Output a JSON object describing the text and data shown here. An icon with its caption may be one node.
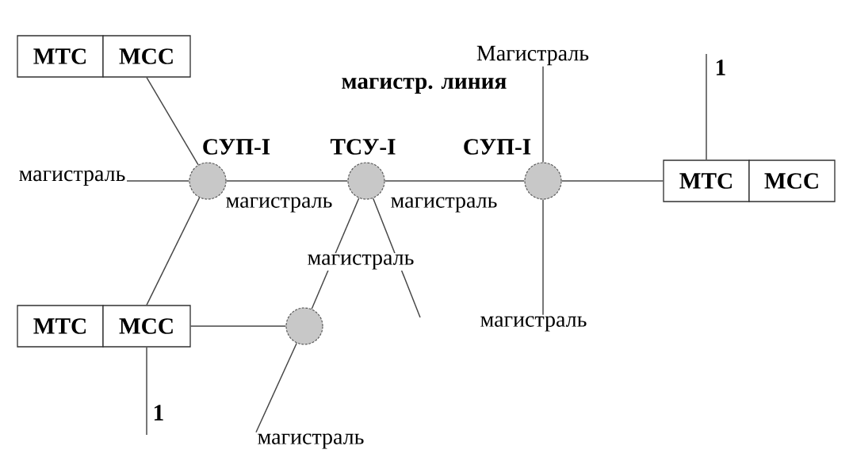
{
  "diagram": {
    "nodes": [
      {
        "text": [
          "МТС"
        ]
      },
      {
        "text": [
          "МСС"
        ]
      },
      {
        "text": [
          "Магистраль"
        ]
      },
      {
        "text": [
          "магистраль"
        ]
      },
      {
        "text": [
          "СУП-I"
        ]
      },
      {
        "text": [
          "ТСУ-I"
        ]
      },
      {
        "text": [
          "СУП-I"
        ]
      },
      {
        "text": [
          "МТС"
        ]
      },
      {
        "text": [
          "МСС"
        ]
      },
      {
        "text": [
          "МТС"
        ]
      },
      {
        "text": [
          "МСС"
        ]
      },
      {
        "text": [],
        "shape": "circle"
      },
      {
        "text": [
          "магистраль"
        ]
      },
      {
        "text": [
          "магистраль"
        ]
      }
    ],
    "edges": [
      {
        "from": 3,
        "to": 4,
        "arrow": "none"
      },
      {
        "from": 1,
        "to": 4,
        "arrow": "none"
      },
      {
        "from": 4,
        "to": 5,
        "arrow": "none",
        "label": "магистраль"
      },
      {
        "from": 5,
        "to": 6,
        "arrow": "none",
        "label": "магистраль"
      },
      {
        "from": 6,
        "to": 7,
        "arrow": "none"
      },
      {
        "from": 2,
        "to": 6,
        "arrow": "none"
      },
      {
        "from": 6,
        "to": 12,
        "arrow": "none"
      },
      {
        "from": 4,
        "to": 10,
        "arrow": "none"
      },
      {
        "from": 5,
        "to": 11,
        "arrow": "none"
      },
      {
        "from": 5,
        "to": null,
        "arrow": "none",
        "label": "магистраль"
      },
      {
        "from": 10,
        "to": 11,
        "arrow": "none"
      },
      {
        "from": 11,
        "to": 13,
        "arrow": "none"
      },
      {
        "from": 10,
        "to": null,
        "arrow": "none",
        "label": "1"
      },
      {
        "from": 7,
        "to": null,
        "arrow": "none",
        "label": "1"
      }
    ],
    "labels": [
      "магистр. линия"
    ]
  }
}
